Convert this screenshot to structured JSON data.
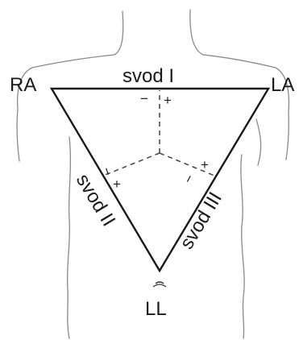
{
  "electrodes": {
    "ra": "RA",
    "la": "LA",
    "ll": "LL"
  },
  "leads": {
    "lead_1": "svod I",
    "lead_2": "svod II",
    "lead_3": "svod III"
  },
  "polarity": {
    "negative": "−",
    "positive": "+"
  }
}
